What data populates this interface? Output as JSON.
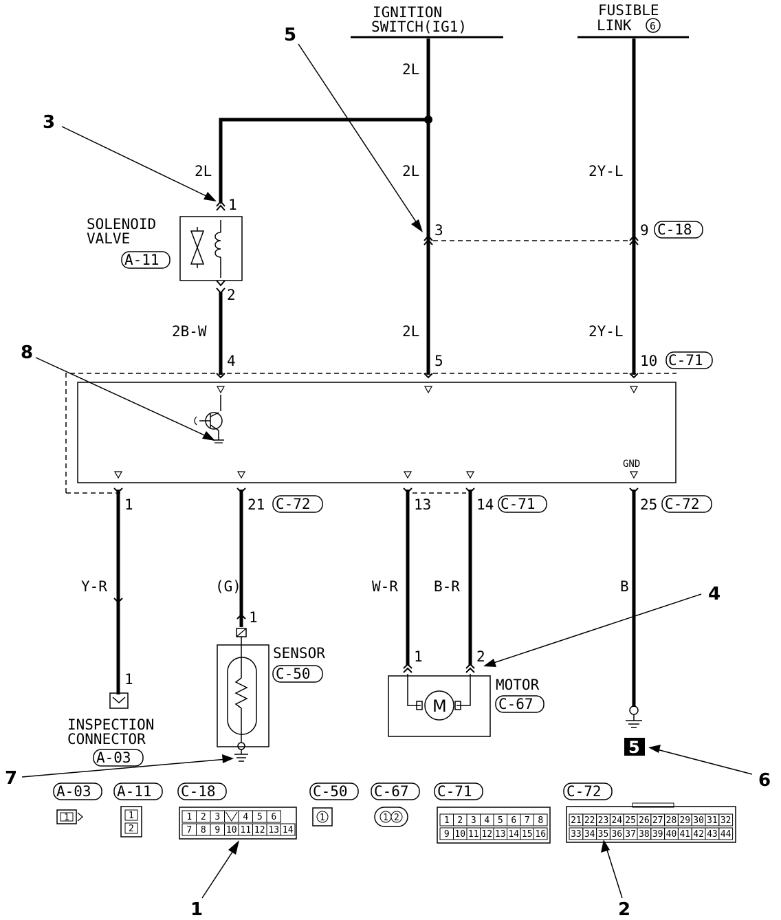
{
  "headers": {
    "ignition_l1": "IGNITION",
    "ignition_l2": "SWITCH(IG1)",
    "fusible_l1": "FUSIBLE",
    "fusible_l2": "LINK",
    "fusible_num": "6"
  },
  "wires": {
    "ign_top": "2L",
    "sol_feed": "2L",
    "ign_mid": "2L",
    "ign_low": "2L",
    "fus_top": "2Y-L",
    "fus_low": "2Y-L",
    "sol_out": "2B-W",
    "insp": "Y-R",
    "sensor": "(G)",
    "motor1": "W-R",
    "motor2": "B-R",
    "gnd": "B"
  },
  "pins": {
    "sol_1": "1",
    "sol_2": "2",
    "ign_3": "3",
    "fus_9": "9",
    "ecu_4": "4",
    "ecu_5": "5",
    "ecu_10": "10",
    "ecu_1": "1",
    "ecu_21": "21",
    "ecu_13": "13",
    "ecu_14": "14",
    "ecu_25": "25",
    "insp_1": "1",
    "sensor_1": "1",
    "motor_1": "1",
    "motor_2": "2"
  },
  "connector_refs": {
    "c18": "C-18",
    "c71_top": "C-71",
    "c72_21": "C-72",
    "c71_14": "C-71",
    "c72_25": "C-72"
  },
  "components": {
    "solenoid_l1": "SOLENOID",
    "solenoid_l2": "VALVE",
    "solenoid_ref": "A-11",
    "sensor": "SENSOR",
    "sensor_ref": "C-50",
    "motor": "MOTOR",
    "motor_ref": "C-67",
    "motor_symbol": "M",
    "insp_l1": "INSPECTION",
    "insp_l2": "CONNECTOR",
    "insp_ref": "A-03",
    "gnd_label": "GND",
    "ground_point": "5"
  },
  "callouts": [
    "1",
    "2",
    "3",
    "4",
    "5",
    "6",
    "7",
    "8"
  ],
  "legend": {
    "a03": {
      "ref": "A-03",
      "cells": [
        "1"
      ]
    },
    "a11": {
      "ref": "A-11",
      "cells": [
        "1",
        "2"
      ]
    },
    "c18": {
      "ref": "C-18",
      "top": [
        "1",
        "2",
        "3",
        "",
        "4",
        "5",
        "6"
      ],
      "bottom": [
        "7",
        "8",
        "9",
        "10",
        "11",
        "12",
        "13",
        "14"
      ]
    },
    "c50": {
      "ref": "C-50",
      "cells": [
        "1"
      ]
    },
    "c67": {
      "ref": "C-67",
      "cells": [
        "1",
        "2"
      ]
    },
    "c71": {
      "ref": "C-71",
      "top": [
        "1",
        "2",
        "3",
        "4",
        "5",
        "6",
        "7",
        "8"
      ],
      "bottom": [
        "9",
        "10",
        "11",
        "12",
        "13",
        "14",
        "15",
        "16"
      ]
    },
    "c72": {
      "ref": "C-72",
      "top": [
        "21",
        "22",
        "23",
        "24",
        "25",
        "26",
        "27",
        "28",
        "29",
        "30",
        "31",
        "32"
      ],
      "bottom": [
        "33",
        "34",
        "35",
        "36",
        "37",
        "38",
        "39",
        "40",
        "41",
        "42",
        "43",
        "44"
      ]
    }
  }
}
